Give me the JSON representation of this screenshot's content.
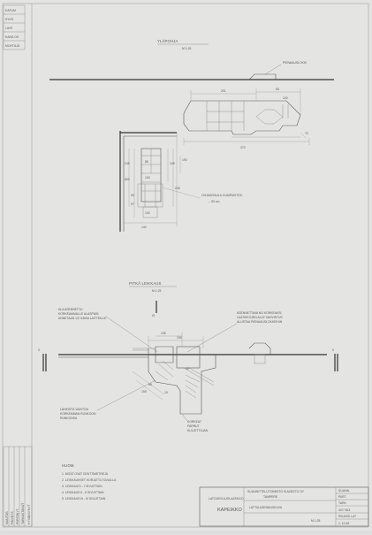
{
  "margin_labels": [
    "DATUM",
    "SYKS",
    "LAYE",
    "KANS-OS",
    "MOHTÄJÄ"
  ],
  "upper_view": {
    "title": "YLÄPOHJA",
    "scale": "M 1:25",
    "label_pragmasokkeli": "PIENAAUSLOKKI"
  },
  "upper_dims": [
    "201",
    "65",
    "100",
    "70",
    "370",
    "245",
    "500",
    "90",
    "85",
    "100",
    "105",
    "245",
    "190",
    "100",
    "97",
    "50",
    "140"
  ],
  "upper_note": {
    "line1": "OHJAINTAULU KUMPAISTEE-",
    "line2": "-- 50 cm"
  },
  "section_view": {
    "title": "PITKÄ LEIKKAUS",
    "scale": "M 1:25"
  },
  "section_notes": {
    "left_top_1": "ALA ASENNETTU",
    "left_top_2": "KORKEAMMALLE ALASPÄIN",
    "left_top_3": "ANNETAAN 1/2 ILMAA LAITTEILLE",
    "right_top_1": "ASENNETTAVA NO KORKEAKSI",
    "right_top_2": "LAATIKKOJEN ALLE VAHVISTUS",
    "right_top_3": "ALUSTAA PIENAAUSLOKKEIHIN",
    "left_bottom_1": "LÄHEISTÄ VAIHTOA",
    "left_bottom_2": "KORKEMMAN RUNKOON",
    "left_bottom_3": "RUNKONSA",
    "right_bottom_1": "KORKEAT",
    "right_bottom_2": "PARRUT",
    "right_bottom_3": "KULJETTAJAN"
  },
  "section_dims": [
    "105",
    "150",
    "65",
    "195",
    "15",
    "40",
    "75",
    "60"
  ],
  "markers": {
    "section": "III",
    "side": "II"
  },
  "notes_block": {
    "heading": "HUOM.",
    "items": [
      "1. MITAT OVAT CENTTIMETREJÄ",
      "2. LEIKKAUKSET KORJATTU SIVUILLA",
      "3. LEIKKAUS I - I  SIVUITTAIN",
      "4. LEIKKAUS II - II  SIVUITTAIN",
      "5. LEIKKAUS III - III  SIVUITTAIN"
    ]
  },
  "title_block": {
    "drawing_title_1": "LATOJIEN AJOLAATIKKO",
    "drawing_title_2": "KAPEIKKO",
    "office_1": "SUUNNITTELUTOIMISTO KUUSISTO OY",
    "office_2": "TAMPERE",
    "row3": "LATTIA ASENNUSKUVA",
    "right_col": [
      "SUUNN.",
      "PIIRT.",
      "TARK.",
      "HYV.",
      "PIIRUSTUS N:O"
    ],
    "numbers": [
      "407/ 363",
      "PIKAKSI LAT",
      "1: 10:45"
    ],
    "scale": "M 1:25"
  },
  "left_strip": [
    "MUUTOS",
    "PÄIVÄYS",
    "PIIRTÄNYT",
    "TARKASTANUT",
    "HYVÄKSYNYT"
  ]
}
